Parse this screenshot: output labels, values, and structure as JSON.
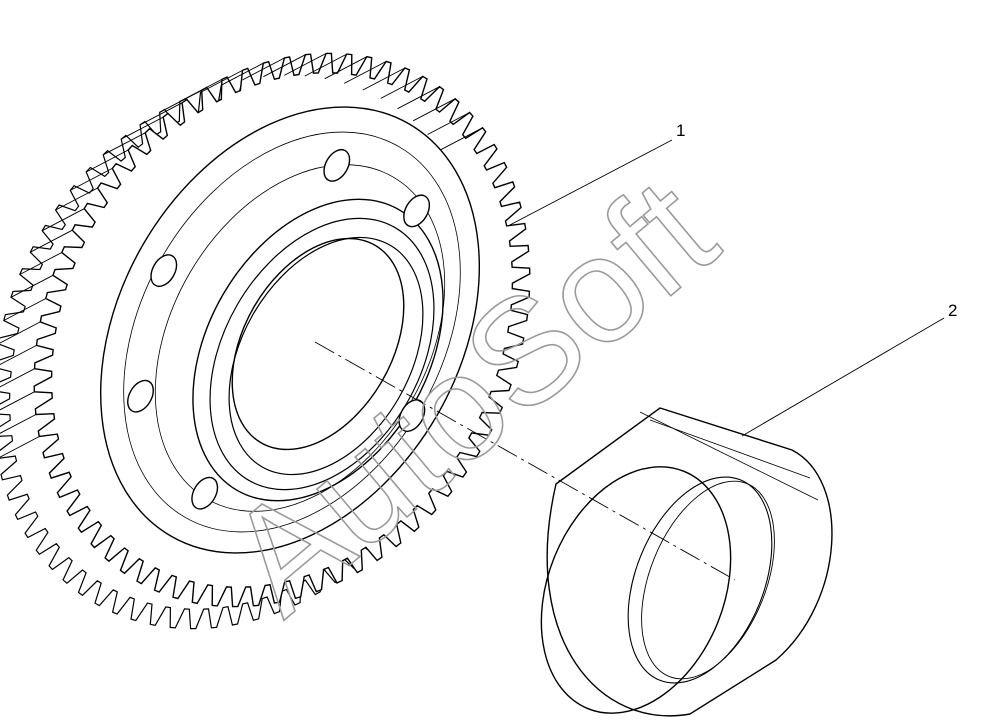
{
  "callouts": [
    {
      "number": "1"
    },
    {
      "number": "2"
    }
  ],
  "watermark": {
    "text": "AutoSoft"
  },
  "colors": {
    "line": "#000000",
    "watermark": "#9a9a9a",
    "background": "#ffffff"
  }
}
